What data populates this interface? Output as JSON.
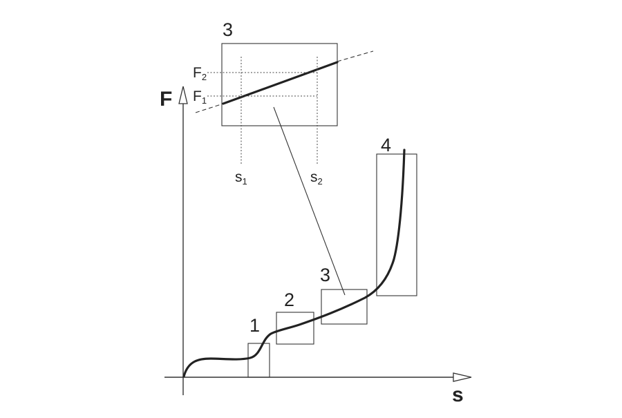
{
  "axes": {
    "y_label": "F",
    "x_label": "s"
  },
  "regions": [
    {
      "id": "1",
      "label": "1"
    },
    {
      "id": "2",
      "label": "2"
    },
    {
      "id": "3",
      "label": "3"
    },
    {
      "id": "4",
      "label": "4"
    }
  ],
  "inset": {
    "label": "3",
    "f1_main": "F",
    "f1_sub": "1",
    "f2_main": "F",
    "f2_sub": "2",
    "s1_main": "s",
    "s1_sub": "1",
    "s2_main": "s",
    "s2_sub": "2"
  },
  "colors": {
    "line": "#222222",
    "box": "#333333",
    "background": "#ffffff"
  }
}
